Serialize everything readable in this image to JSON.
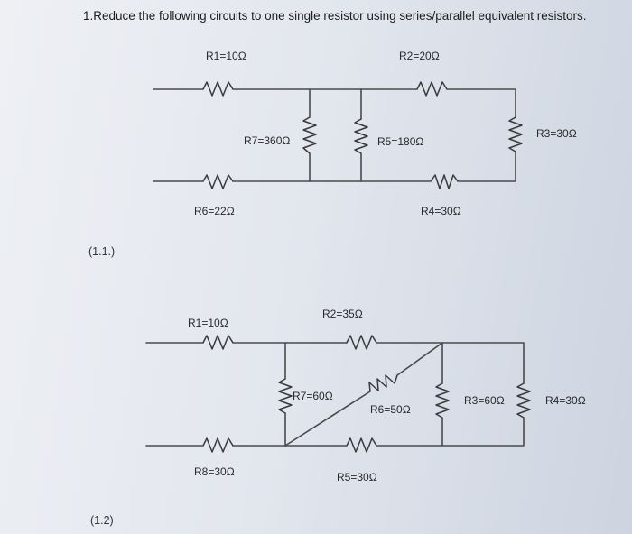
{
  "heading": "1.Reduce the following circuits to one single resistor using series/parallel equivalent resistors.",
  "circuit_1": {
    "tag": "(1.1.)",
    "labels": {
      "r1": "R1=10Ω",
      "r2": "R2=20Ω",
      "r3": "R3=30Ω",
      "r4": "R4=30Ω",
      "r5": "R5=180Ω",
      "r6": "R6=22Ω",
      "r7": "R7=360Ω"
    }
  },
  "circuit_2": {
    "tag": "(1.2)",
    "labels": {
      "r1": "R1=10Ω",
      "r2": "R2=35Ω",
      "r3": "R3=60Ω",
      "r4": "R4=30Ω",
      "r5": "R5=30Ω",
      "r6": "R6=50Ω",
      "r7": "R7=60Ω",
      "r8": "R8=30Ω"
    }
  }
}
